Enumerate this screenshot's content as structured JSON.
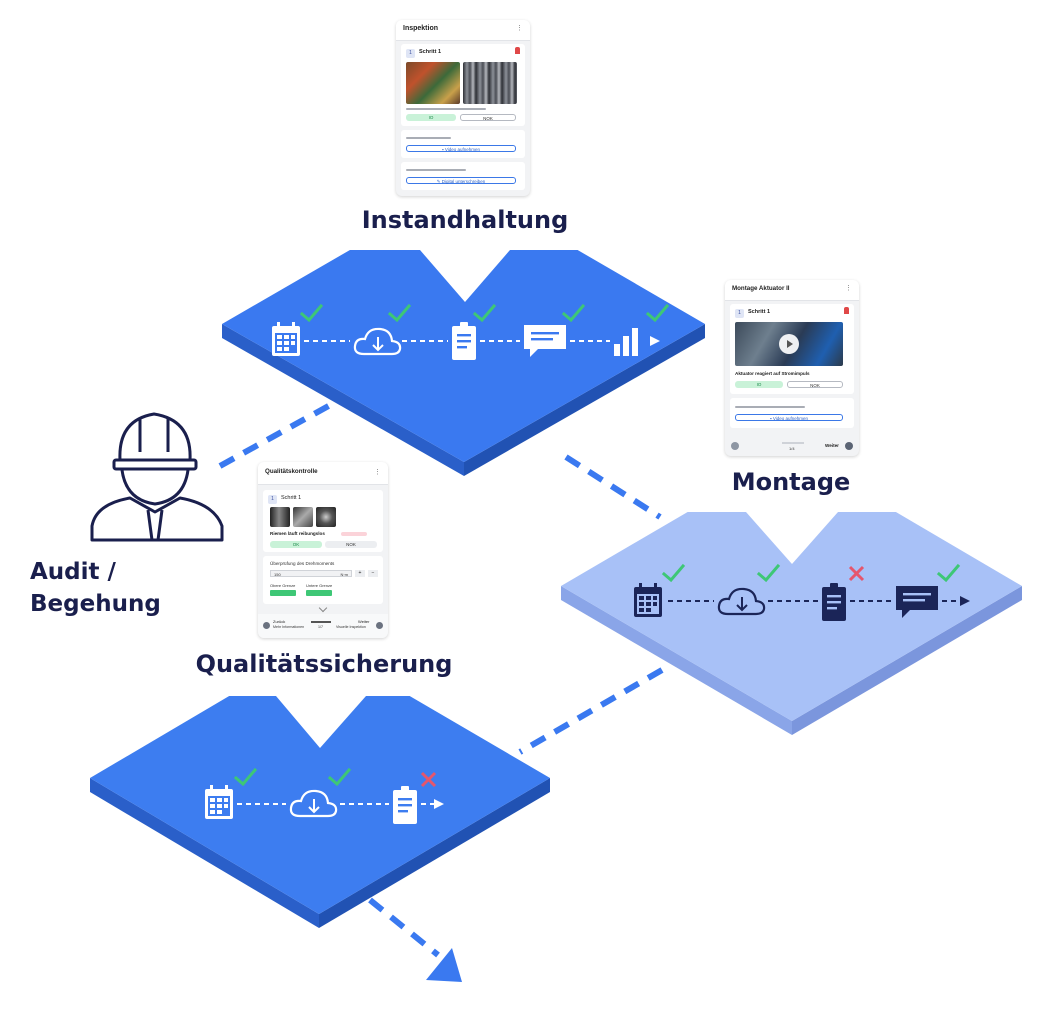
{
  "labels": {
    "instandhaltung": "Instandhaltung",
    "montage": "Montage",
    "qualitaetssicherung": "Qualitätssicherung",
    "audit_line1": "Audit /",
    "audit_line2": "Begehung"
  },
  "colors": {
    "platform_dark": "#3a79f0",
    "platform_mid": "#5a93f5",
    "platform_light": "#a8c1f7",
    "side_dark": "#2a5fc9",
    "side_light": "#8aa5e8",
    "check": "#3ec776",
    "cross": "#e5566d",
    "icon_light": "#ffffff",
    "icon_dark": "#1b2558",
    "text": "#1a1f4d"
  },
  "cards": {
    "inspektion": {
      "title": "Inspektion",
      "step": "1",
      "step_title": "Schritt 1",
      "ok": "IO",
      "nok": "NOK",
      "video_button": "Video aufnehmen",
      "sign_button": "Digital unterschreiben"
    },
    "montage": {
      "title": "Montage Aktuator II",
      "step": "1",
      "step_title": "Schritt 1",
      "caption": "Aktuator reagiert auf Stromimpuls",
      "ok": "IO",
      "nok": "NOK",
      "video_button": "Video aufnehmen",
      "page": "1/4",
      "next": "Weiter"
    },
    "qualitaet": {
      "title": "Qualitätskontrolle",
      "step": "1",
      "step_title": "Schritt 1",
      "question": "Riemen läuft reibungslos",
      "ok": "OK",
      "nok": "NOK",
      "torque_title": "Überprüfung des Drehmoments",
      "torque_value": "150",
      "torque_unit": "N·m",
      "upper_limit": "Obere Grenze",
      "lower_limit": "Untere Grenze",
      "back": "Zurück",
      "back_sub": "Mehr Informationen",
      "page": "1/7",
      "next": "Weiter",
      "next_sub": "Visuelle Inspektion"
    }
  }
}
